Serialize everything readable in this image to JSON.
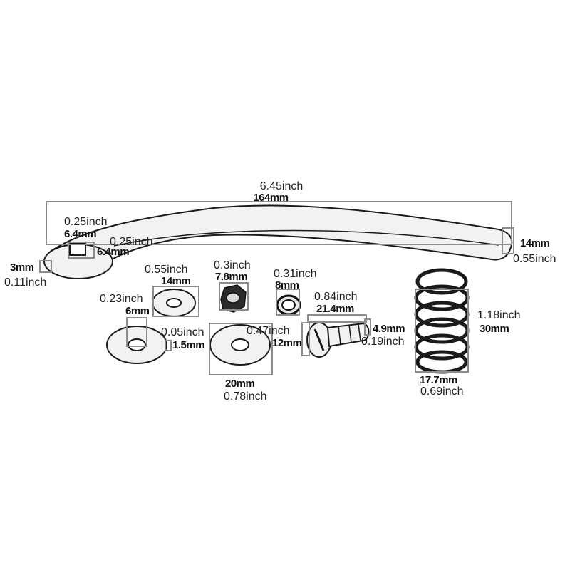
{
  "parts": {
    "lever": {
      "length_inch": "6.45inch",
      "length_mm": "164mm",
      "width_mm": "14mm",
      "width_inch": "0.55inch",
      "thickness_mm": "3mm",
      "thickness_inch": "0.11inch",
      "hole_w_inch": "0.25inch",
      "hole_w_mm": "6.4mm",
      "hole_h_mm": "6.4mm",
      "hole_h_inch": "0.25inch"
    },
    "small_washer": {
      "outer_inch": "0.55inch",
      "outer_mm": "14mm"
    },
    "nut": {
      "size_inch": "0.3inch",
      "size_mm": "7.8mm"
    },
    "ring": {
      "size_inch": "0.31inch",
      "size_mm": "8mm"
    },
    "big_washer_thin": {
      "hole_inch": "0.23inch",
      "hole_mm": "6mm",
      "thickness_inch": "0.05inch",
      "thickness_mm": "1.5mm"
    },
    "big_washer": {
      "outer_mm": "20mm",
      "outer_inch": "0.78inch"
    },
    "bolt": {
      "length_inch": "0.84inch",
      "length_mm": "21.4mm",
      "head_inch": "0.47inch",
      "head_mm": "12mm",
      "shank_mm": "4.9mm",
      "shank_inch": "0.19inch"
    },
    "spring": {
      "height_inch": "1.18inch",
      "height_mm": "30mm",
      "diameter_mm": "17.7mm",
      "diameter_inch": "0.69inch"
    }
  }
}
